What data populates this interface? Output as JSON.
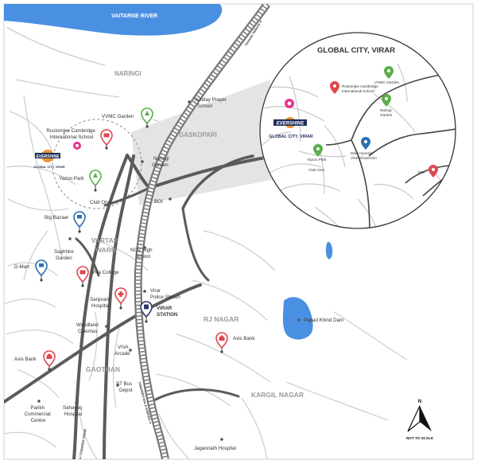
{
  "water": {
    "river": "VAITARNE RIVER",
    "lake": "Papad Khind Dam"
  },
  "areas": {
    "naringi": "NARINGI",
    "gaskopari": "GASKOPARI",
    "vartak_ward": [
      "VARTAK",
      "WARD"
    ],
    "rj_nagar": "RJ NAGAR",
    "gaothan": "GAOTHAN",
    "kargil_nagar": "KARGIL NAGAR"
  },
  "roads": {
    "top": "Towards Valtarna ⇒",
    "bottom": "TOWARDS NALA SOPARA ⇒",
    "left": "⇐ TOWARDS VIRAR"
  },
  "places": {
    "sunday_prayer_school": [
      "Sunday Prayer",
      "School"
    ],
    "vvmc_garden": "VVMC Garden",
    "rustomjee": [
      "Rustomjee Cambridge",
      "International School"
    ],
    "naringi_garden": [
      "Naringi",
      "Garden"
    ],
    "yazoo_park": "Yazoo Park",
    "club_one": "Club One",
    "boi": "BOI",
    "big_bazaar": "Big Bazaar",
    "saphhire_garden": [
      "Saphhire",
      "Garden"
    ],
    "ncv_high_school": [
      "NCV High",
      "School"
    ],
    "d_mart": "D-Mart",
    "viva_college": "Viva College",
    "sanjivani_hospital": [
      "Sanjivani",
      "Hospital"
    ],
    "virar_police_station": [
      "Virar",
      "Police Station"
    ],
    "virar_station": [
      "VIRAR",
      "STATION"
    ],
    "woodland_cinemas": [
      "Woodland",
      "Cinemas"
    ],
    "axis_bank_east": "Axis Bank",
    "axis_bank_west": "Axis Bank",
    "viva_arcade": [
      "VIVA",
      "Arcade"
    ],
    "st_bus_depot": [
      "ST Bus",
      "Depot"
    ],
    "parikh_centre": [
      "Parikh",
      "Commercial",
      "Centre"
    ],
    "sahayog_hospital": [
      "Sahayog",
      "Hospital"
    ],
    "jagannath_hospital": "Jagannath Hospital"
  },
  "project": {
    "brand": "EVERSHINE",
    "name": "GLOBAL CITY, VIRAR"
  },
  "inset": {
    "title": "GLOBAL CITY, VIRAR",
    "vvmc_garden": "VVMC Garden",
    "rustomjee": [
      "Rustomjee Cambridge",
      "International School"
    ],
    "naringi_garden": [
      "Naringi",
      "Garden"
    ],
    "brand": "EVERSHINE",
    "project": "GLOBAL CITY, VIRAR",
    "yazoo_park": "Yazoo Park",
    "club_one": "Club One",
    "modi_hyundai": [
      "Modi Hyundai",
      "Virar Showroom"
    ],
    "boi": "BOI"
  },
  "compass": {
    "north": "N",
    "note": "NOT TO SCALE"
  },
  "colors": {
    "water": "#4a90e2",
    "road": "#5b5b5b",
    "street": "#cfcfcf",
    "text": "#333333",
    "area": "#9a9a9a",
    "green": "#5cae4a",
    "red": "#e04850",
    "blue": "#2e6fb0",
    "pink": "#e6338f"
  }
}
